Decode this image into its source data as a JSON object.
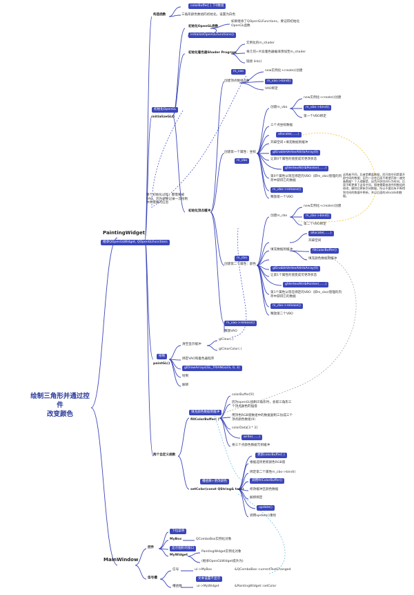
{
  "root_title": "绘制三角形并通过控件\n改变颜色",
  "nodes": {
    "painting_widget": "PaintingWidget",
    "inherit_qopengl": "继承QOpenGLWidget, QOpenGLFunctions",
    "construct": "构造函数",
    "colorbuffer_init": "colorBuffer[ ] 下0数组",
    "tri_color_init": "三角形颜色数组的初始化，设置为白色",
    "init_opengl_tag": "初始化OpenGL",
    "initializegl": "initializeGL()",
    "init_opengl_func": "初始化OpenGL函数",
    "init_opengl_desc": "如果继承了QOpenGLFunctions，要记得初始化OpenGL函数",
    "init_opengl_call": "initializeOpenGLFunctions()",
    "init_shader": "初始化着色器Shader Program",
    "shader_1": "实例化的m_shader",
    "shader_2": "将几何+片段着色器编译添加至m_shader",
    "shader_3": "链接 link()",
    "vao_note": "整个初始化过程，都需要被VAO，因为他要记录一次绘制中所需要的信息",
    "init_vertex_buf": "初始化顶点缓冲",
    "m_vao": "m_vao",
    "create_vao": "创建顶点数组对象",
    "vao_new": "new实例化+create()创建",
    "vao_bind": "m_vao->bind()",
    "vao_bound": "VAO绑定",
    "create_vbo": "创建m_vbo",
    "vbo_new": "new实例化+create()创建",
    "vbo_bind": "m_vbo->bind()",
    "vbo_bound": "第一个VBO绑定",
    "vertex_coords": "三个点坐标数据",
    "allocate_1": "allocate(......)",
    "allocate_1_desc": "开辟空间+填充数据到缓冲",
    "attr1_group": "创建第一个属性：坐标",
    "m_vbo": "m_vbo",
    "enable_attr_1": "glEnableVertexAttribArray(0)",
    "enable_attr_1_desc": "让第0个属性的值变成可更改状态",
    "attrib_ptr_1": "glVertexAttribPointer(......)",
    "attrib_ptr_1_desc": "第0个属性从现在绑定的VBO（即m_vbo)管理的内存中获得它的数据",
    "vbo_release": "m_vbo->release()",
    "vbo_release_desc": "释放第一个VBO",
    "side_note": "这两者不同，后者是覆盖数据，而开辟空间是要开辟空间的数据：因为一次在后面不希望开辟一遍完备数据？个人理解是，因为开辟空间行为时间，后面不断更换下这条空间，即使需要修改完到数组的修改，删除后更新空间数据，所以不要在有不断得到空间的数据中更新，并以后面的allocate和数据。",
    "create_cbo": "创建m_cbo",
    "cbo_new": "new实例化+create()创建",
    "cbo_bind": "m_cbo->bind()",
    "cbo_bound": "第二个VBO绑定",
    "allocate_2": "allocate(......)",
    "allocate_2_desc": "开辟空间",
    "fill_buffer": "填充数据到缓冲",
    "fill_colorbuffer": "fillColorBuffer()",
    "fill_colorbuffer_desc": "填充颜色数据到缓冲",
    "attr2_group": "创建第二个属性：颜色",
    "m_cbo": "m_cbo",
    "enable_attr_2": "glEnableVertexAttribArray(0)",
    "enable_attr_2_desc": "让第1个属性的值变成可更改状态",
    "attrib_ptr_2": "glVertexAttribPointer(......)",
    "attrib_ptr_2_desc": "第1个属性从现在绑定的VBO（即m_cbo)管理的内存中获得它的数据",
    "cbo_release": "m_cbo->release()",
    "cbo_release_desc": "释放第二个VBO",
    "vao_release": "m_vao->release()",
    "vao_release_desc": "释放VAO",
    "draw_tag": "绘制",
    "paintgl": "paintGL()",
    "clear_screen": "清空显示缓冲",
    "gl_clear": "glClear(.)",
    "gl_clear_color": "glClearColor(.)",
    "bind_vao_shader": "绑定VAO和着色器程序",
    "draw_arrays": "glDrawArrays(GL_TRIANGLES, 0, 3)",
    "draw": "绘制",
    "unbind": "解绑",
    "custom_funcs": "两个自定义函数",
    "fill_tag": "填充颜色数据到缓冲",
    "fill_func": "fillColorBuffer( )",
    "cb_3": "colorBuffer[9]",
    "fill_desc_1": "因为openGL绘制三角形时，会取三角形三个顶点颜色的插值",
    "fill_desc_2": "用顶色RGB值数组中的数据复制三份成三个顶点颜色数组(9）",
    "color_data": "colorData[3 * 3]",
    "write_call": "write(......)",
    "write_desc": "将三个点颜色数据写到缓冲",
    "setcolor_tag": "槽函数+更改颜色",
    "setcolor_func": "setColor(const QString& text)",
    "update_colorbuffer": "更新colorBuffer[ ]",
    "by_text": "根据选项更新颜色RGB值",
    "bind_cbo": "绑定第二个属性m_cbo->bind()",
    "call_fill": "调用fillColorBuffer()",
    "modify_buffer": "修改缓冲区颜色数据",
    "unbind_2": "解绑绑定",
    "update_call": "update()",
    "call_update": "调用update()重绘",
    "main_window": "MainWindow",
    "controls": "控件",
    "dropdown_tag": "下拉菜单",
    "mybox": "MyBox",
    "mybox_desc": "QComboBox实例化对象",
    "display_tag": "显示图形的窗口",
    "mywidget": "MyWidget",
    "mywidget_desc_1": "PaintingWidget实例化对象",
    "mywidget_desc_2": "(继承OpenGLWidget提升为)",
    "signal_slot": "信号槽",
    "signal": "信号",
    "signal_sender": "ui->MyBox",
    "signal_name": "&QComboBox::currentTextChanged",
    "pass_tag": "文本设置不显示",
    "slot": "槽函数",
    "slot_receiver": "ui->MyWidget",
    "slot_name": "&PaintingWidget::setColor"
  },
  "colors": {
    "branch": "#3b46b8",
    "tag_bg": "#3b46b8",
    "cross_link_blue": "#2f3fc9",
    "cross_link_yellow": "#f2c025",
    "cross_link_gray": "#9a9a9a",
    "cross_link_cyan": "#5ab6e8"
  }
}
